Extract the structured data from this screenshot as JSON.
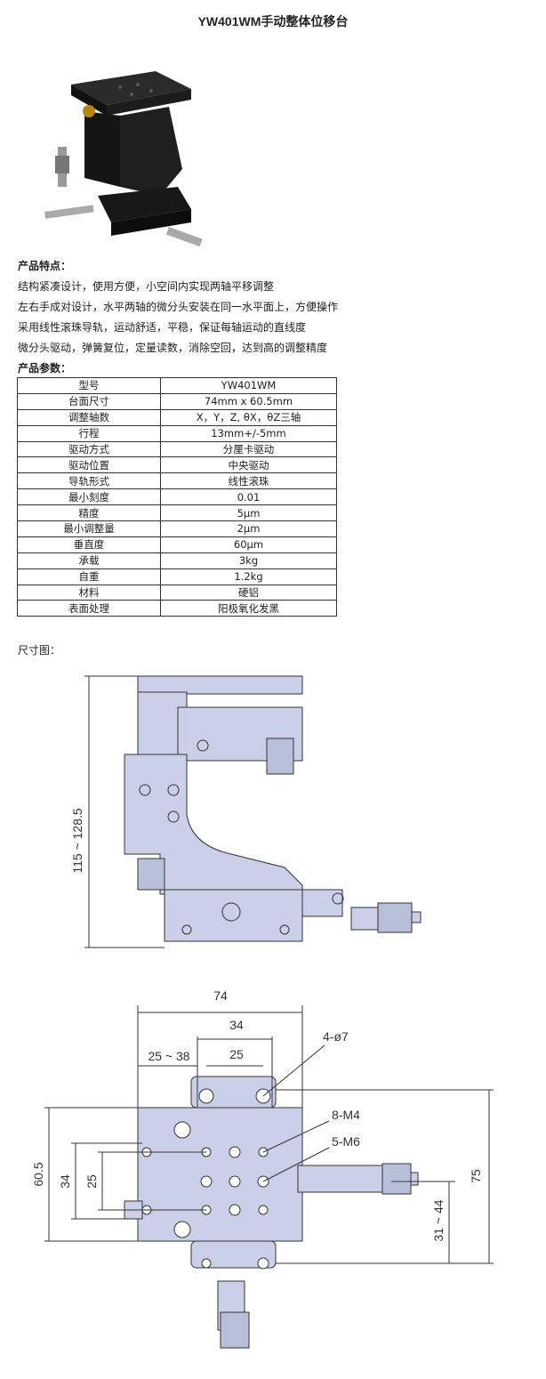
{
  "title": "YW401WM手动整体位移台",
  "features_heading": "产品特点：",
  "features": [
    "结构紧凑设计，使用方便，小空间内实现两轴平移调整",
    "左右手成对设计，水平两轴的微分头安装在同一水平面上，方便操作",
    "采用线性滚珠导轨，运动舒适，平稳，保证每轴运动的直线度",
    "微分头驱动，弹簧复位，定量读数，消除空回，达到高的调整精度"
  ],
  "params_heading": "产品参数：",
  "params": [
    {
      "k": "型号",
      "v": "YW401WM"
    },
    {
      "k": "台面尺寸",
      "v": "74mm x 60.5mm"
    },
    {
      "k": "调整轴数",
      "v": "X，Y，Z, θX，θZ三轴"
    },
    {
      "k": "行程",
      "v": "13mm+/-5mm"
    },
    {
      "k": "驱动方式",
      "v": "分厘卡驱动"
    },
    {
      "k": "驱动位置",
      "v": "中央驱动"
    },
    {
      "k": "导轨形式",
      "v": "线性滚珠"
    },
    {
      "k": "最小刻度",
      "v": "0.01"
    },
    {
      "k": "精度",
      "v": "5μm"
    },
    {
      "k": "最小调整量",
      "v": "2μm"
    },
    {
      "k": "垂直度",
      "v": "60μm"
    },
    {
      "k": "承载",
      "v": "3kg"
    },
    {
      "k": "自重",
      "v": "1.2kg"
    },
    {
      "k": "材料",
      "v": "硬铝"
    },
    {
      "k": "表面处理",
      "v": "阳极氧化发黑"
    }
  ],
  "dims_heading": "尺寸图：",
  "drawing_labels": {
    "height": "115 ~ 128.5",
    "w74": "74",
    "w34": "34",
    "w25": "25",
    "w25_38": "25 ~ 38",
    "hole_4": "4-ø7",
    "hole_8": "8-M4",
    "hole_5": "5-M6",
    "h60_5": "60.5",
    "h34": "34",
    "h25": "25",
    "h75": "75",
    "h31_44": "31 ~ 44"
  },
  "colors": {
    "part_fill": "#c9d0e8",
    "line": "#333333",
    "photo_body": "#1a1a1a"
  }
}
